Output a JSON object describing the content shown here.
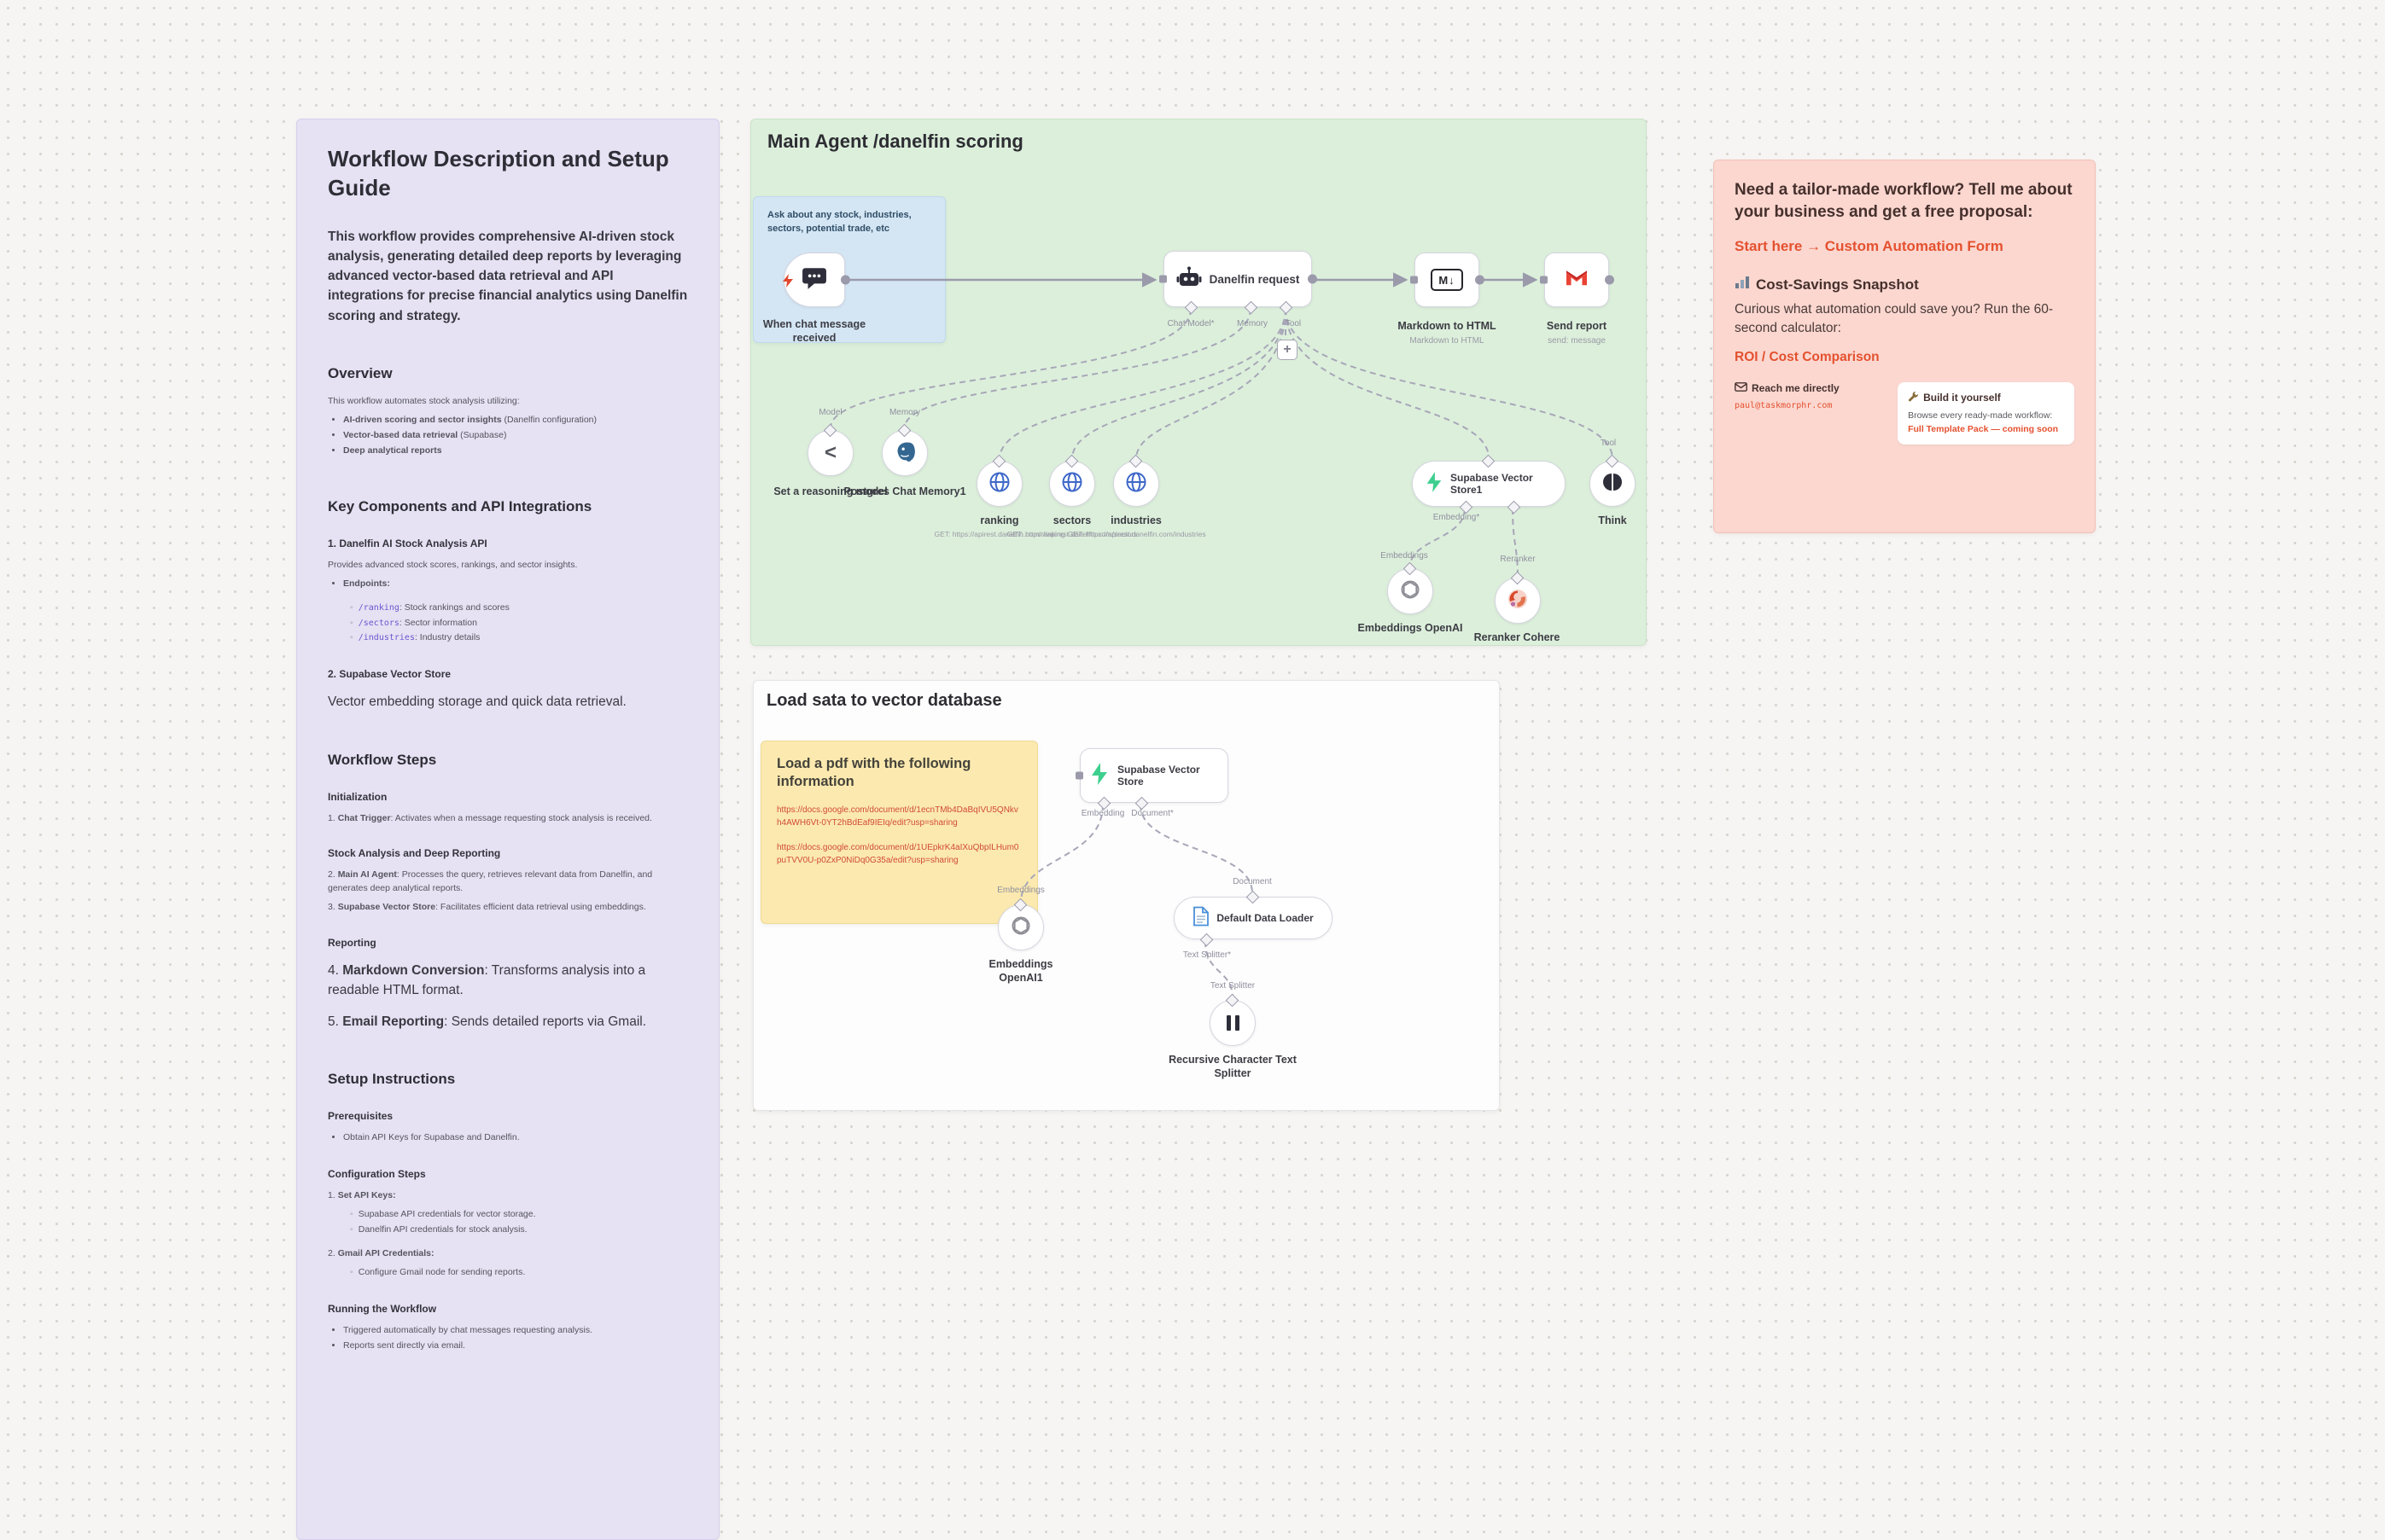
{
  "doc": {
    "title": "Workflow Description and Setup Guide",
    "intro": "This workflow provides comprehensive AI-driven stock analysis, generating detailed deep reports by leveraging advanced vector-based data retrieval and API integrations for precise financial analytics using Danelfin scoring and strategy.",
    "overview": {
      "heading": "Overview",
      "lead": "This workflow automates stock analysis utilizing:",
      "items": [
        {
          "bold": "AI-driven scoring and sector insights",
          "rest": " (Danelfin configuration)"
        },
        {
          "bold": "Vector-based data retrieval",
          "rest": " (Supabase)"
        },
        {
          "bold": "Deep analytical reports",
          "rest": ""
        }
      ]
    },
    "components": {
      "heading": "Key Components and API Integrations",
      "item1_title": "1. Danelfin AI Stock Analysis API",
      "item1_desc": "Provides advanced stock scores, rankings, and sector insights.",
      "endpoints_label": "Endpoints:",
      "endpoints": [
        {
          "code": "/ranking",
          "desc": ": Stock rankings and scores"
        },
        {
          "code": "/sectors",
          "desc": ": Sector information"
        },
        {
          "code": "/industries",
          "desc": ": Industry details"
        }
      ],
      "item2_title": "2. Supabase Vector Store",
      "item2_desc": "Vector embedding storage and quick data retrieval."
    },
    "steps": {
      "heading": "Workflow Steps",
      "sub1": "Initialization",
      "step1": {
        "num": "1. ",
        "bold": "Chat Trigger",
        "rest": ": Activates when a message requesting stock analysis is received."
      },
      "sub2": "Stock Analysis and Deep Reporting",
      "step2": {
        "num": "2. ",
        "bold": "Main AI Agent",
        "rest": ": Processes the query, retrieves relevant data from Danelfin, and generates deep analytical reports."
      },
      "step3": {
        "num": "3. ",
        "bold": "Supabase Vector Store",
        "rest": ": Facilitates efficient data retrieval using embeddings."
      },
      "sub3": "Reporting",
      "step4": {
        "num": "4. ",
        "bold": "Markdown Conversion",
        "rest": ": Transforms analysis into a readable HTML format."
      },
      "step5": {
        "num": "5. ",
        "bold": "Email Reporting",
        "rest": ": Sends detailed reports via Gmail."
      }
    },
    "setup": {
      "heading": "Setup Instructions",
      "prereq_title": "Prerequisites",
      "prereq_item": "Obtain API Keys for Supabase and Danelfin.",
      "config_title": "Configuration Steps",
      "cfg1": {
        "num": "1. ",
        "bold": "Set API Keys:"
      },
      "cfg1_items": [
        "Supabase API credentials for vector storage.",
        "Danelfin API credentials for stock analysis."
      ],
      "cfg2": {
        "num": "2. ",
        "bold": "Gmail API Credentials:"
      },
      "cfg2_items": [
        "Configure Gmail node for sending reports."
      ],
      "run_title": "Running the Workflow",
      "run_items": [
        "Triggered automatically by chat messages requesting analysis.",
        "Reports sent directly via email."
      ]
    }
  },
  "main_flow": {
    "title": "Main Agent /danelfin scoring",
    "hint": "Ask about any stock, industries, sectors, potential trade, etc",
    "plus": "+",
    "chat_trigger": {
      "label": "When chat message received"
    },
    "agent": {
      "title": "Danelfin request",
      "port_model": "Chat Model*",
      "port_memory": "Memory",
      "port_tool": "Tool"
    },
    "markdown": {
      "label": "Markdown to HTML",
      "sub": "Markdown to HTML"
    },
    "gmail": {
      "label": "Send report",
      "sub": "send: message"
    },
    "model": {
      "label": "Set a reasoning model",
      "port": "Model",
      "icon": "<"
    },
    "memory": {
      "label": "Postgres Chat Memory1",
      "port": "Memory"
    },
    "ranking": {
      "label": "ranking",
      "sub": "GET: https://apirest.danelfin.com/ranking"
    },
    "sectors": {
      "label": "sectors",
      "sub": "GET: https://apirest.danelfin.com/sectors"
    },
    "industries": {
      "label": "industries",
      "sub": "GET: https://apirest.danelfin.com/industries"
    },
    "vector": {
      "label": "Supabase Vector Store1",
      "port_embedding": "Embedding*"
    },
    "think": {
      "label": "Think",
      "port": "Tool"
    },
    "embeddings": {
      "label": "Embeddings OpenAI",
      "port": "Embeddings"
    },
    "reranker": {
      "label": "Reranker Cohere",
      "port": "Reranker"
    }
  },
  "load_flow": {
    "title": "Load sata to vector database",
    "sticky": {
      "title": "Load a pdf with the following information",
      "link1": "https://docs.google.com/document/d/1ecnTMb4DaBqIVU5QNkvh4AWH6Vt-0YT2hBdEaf9IEIq/edit?usp=sharing",
      "link2": "https://docs.google.com/document/d/1UEpkrK4aIXuQbpILHum0puTVV0U-p0ZxP0NiDq0G35a/edit?usp=sharing"
    },
    "vector": {
      "label": "Supabase Vector Store",
      "port_embedding": "Embedding",
      "port_document": "Document*"
    },
    "embeddings": {
      "label": "Embeddings OpenAI1",
      "port": "Embeddings"
    },
    "loader": {
      "label": "Default Data Loader",
      "port_top": "Document",
      "port_bottom": "Text Splitter*"
    },
    "splitter": {
      "label": "Recursive Character Text Splitter",
      "port": "Text Splitter"
    }
  },
  "promo": {
    "intro": "Need a tailor-made workflow? Tell me about your business and get a free proposal:",
    "cta1": "Start here → Custom Automation Form",
    "snapshot_title": "Cost-Savings Snapshot",
    "snapshot_body": "Curious what automation could save you? Run the 60-second calculator:",
    "cta2": "ROI / Cost Comparison",
    "reach_title": "Reach me directly",
    "reach_email": "paul@taskmorphr.com",
    "build_title": "Build it yourself",
    "build_body": "Browse every ready-made workflow:",
    "build_link": "Full Template Pack — coming soon"
  }
}
